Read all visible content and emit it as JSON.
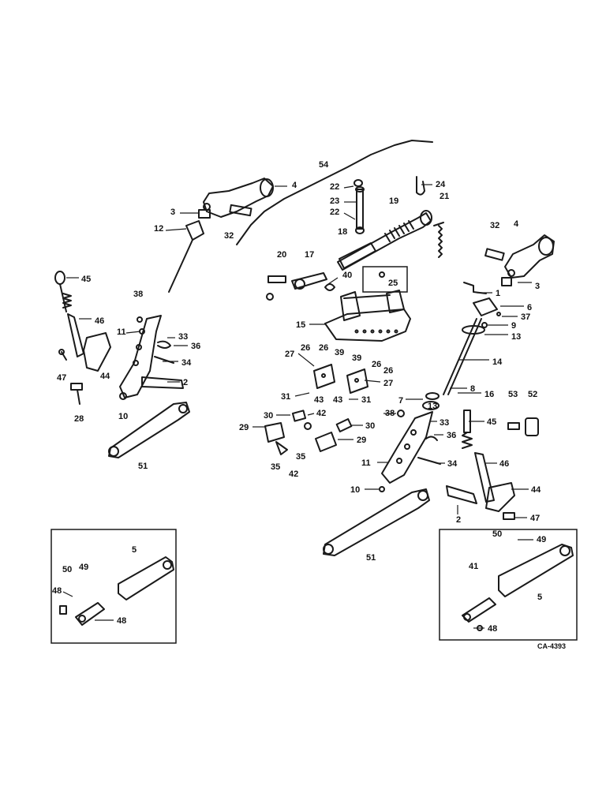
{
  "diagram": {
    "drawing_code": "CA-4393",
    "callouts": [
      "1",
      "2",
      "3",
      "4",
      "5",
      "6",
      "7",
      "8",
      "9",
      "10",
      "11",
      "12",
      "13",
      "14",
      "15",
      "16",
      "17",
      "18",
      "19",
      "20",
      "21",
      "22",
      "23",
      "24",
      "25",
      "26",
      "27",
      "28",
      "29",
      "30",
      "31",
      "32",
      "33",
      "34",
      "35",
      "36",
      "37",
      "38",
      "39",
      "40",
      "41",
      "42",
      "43",
      "44",
      "45",
      "46",
      "47",
      "48",
      "49",
      "50",
      "51",
      "52",
      "53",
      "54"
    ],
    "line_color": "#1a1a1a",
    "background": "#ffffff"
  }
}
